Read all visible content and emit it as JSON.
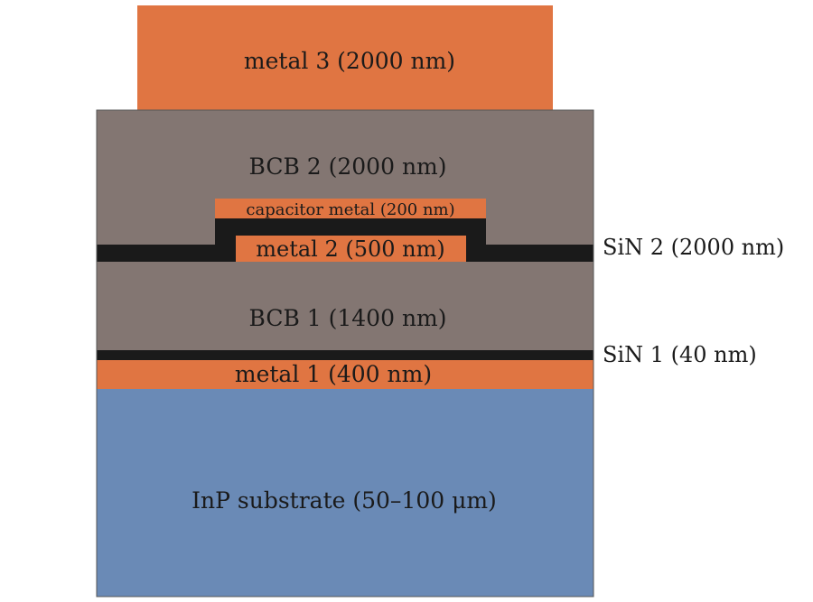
{
  "colors": {
    "metal": "#E07542",
    "bcb": "#837672",
    "sin": "#1A1A1A",
    "substrate": "#6A8AB6",
    "outline": "#555555"
  },
  "layers": {
    "metal3": "metal 3 (2000 nm)",
    "bcb2": "BCB 2 (2000 nm)",
    "capacitor_metal": "capacitor metal (200 nm)",
    "metal2": "metal 2 (500 nm)",
    "sin2": "SiN 2 (2000 nm)",
    "bcb1": "BCB 1 (1400 nm)",
    "sin1": "SiN 1 (40 nm)",
    "metal1": "metal 1 (400 nm)",
    "substrate": "InP substrate (50–100 μm)"
  }
}
